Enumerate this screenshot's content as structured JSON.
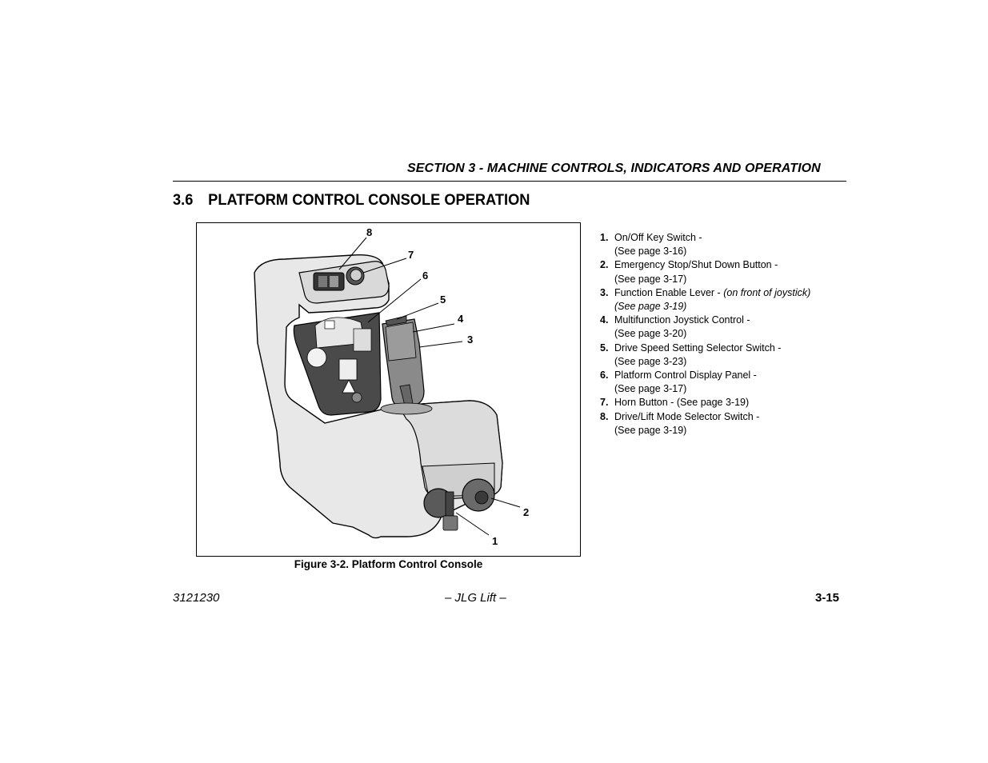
{
  "header": {
    "section_title": "SECTION 3 - MACHINE CONTROLS, INDICATORS AND OPERATION"
  },
  "title": {
    "number": "3.6",
    "text": "PLATFORM CONTROL CONSOLE OPERATION"
  },
  "figure": {
    "caption": "Figure 3-2. Platform Control Console",
    "callouts": [
      "1",
      "2",
      "3",
      "4",
      "5",
      "6",
      "7",
      "8"
    ]
  },
  "legend": [
    {
      "num": "1.",
      "label": "On/Off Key Switch -",
      "ref": "(See page 3-16)"
    },
    {
      "num": "2.",
      "label": "Emergency Stop/Shut Down Button -",
      "ref": "(See page 3-17)"
    },
    {
      "num": "3.",
      "label": "Function Enable Lever -",
      "note": "(on front of joystick)",
      "ref": "(See page 3-19)"
    },
    {
      "num": "4.",
      "label": "Multifunction Joystick Control -",
      "ref": "(See page 3-20)"
    },
    {
      "num": "5.",
      "label": "Drive Speed Setting Selector Switch -",
      "ref": "(See page 3-23)"
    },
    {
      "num": "6.",
      "label": "Platform Control Display Panel -",
      "ref": "(See page 3-17)"
    },
    {
      "num": "7.",
      "label": "Horn Button - (See page 3-19)"
    },
    {
      "num": "8.",
      "label": "Drive/Lift Mode Selector Switch -",
      "ref": "(See page 3-19)"
    }
  ],
  "footer": {
    "doc_number": "3121230",
    "center": "– JLG Lift –",
    "page": "3-15"
  }
}
